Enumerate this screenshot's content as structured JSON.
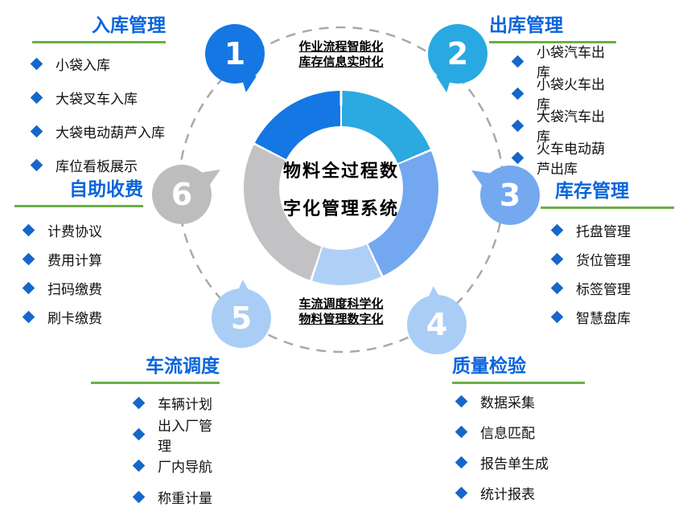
{
  "center": {
    "line1": "物料全过程数",
    "line2": "字化管理系统"
  },
  "annotations": {
    "top": {
      "line1": "作业流程智能化",
      "line2": "库存信息实时化"
    },
    "bottom": {
      "line1": "车流调度科学化",
      "line2": "物料管理数字化"
    }
  },
  "sections": [
    {
      "number": "1",
      "title": "入库管理",
      "bubble_color": "#1577e3",
      "items": [
        "小袋入库",
        "大袋叉车入库",
        "大袋电动葫芦入库",
        "库位看板展示"
      ]
    },
    {
      "number": "2",
      "title": "出库管理",
      "bubble_color": "#29a9e1",
      "items": [
        "小袋汽车出库",
        "小袋火车出库",
        "大袋汽车出库",
        "火车电动葫芦出库"
      ]
    },
    {
      "number": "3",
      "title": "库存管理",
      "bubble_color": "#74a9f0",
      "items": [
        "托盘管理",
        "货位管理",
        "标签管理",
        "智慧盘库"
      ]
    },
    {
      "number": "4",
      "title": "质量检验",
      "bubble_color": "#a9cdf5",
      "items": [
        "数据采集",
        "信息匹配",
        "报告单生成",
        "统计报表"
      ]
    },
    {
      "number": "5",
      "title": "车流调度",
      "bubble_color": "#a9cdf5",
      "items": [
        "车辆计划",
        "出入厂管理",
        "厂内导航",
        "称重计量"
      ]
    },
    {
      "number": "6",
      "title": "自助收费",
      "bubble_color": "#bdbdbd",
      "items": [
        "计费协议",
        "费用计算",
        "扫码缴费",
        "刷卡缴费"
      ]
    }
  ],
  "donut": {
    "segments": [
      {
        "color": "#2ba9e1",
        "start": 0,
        "end": 67
      },
      {
        "color": "#73a7f0",
        "start": 67,
        "end": 155
      },
      {
        "color": "#afd0f6",
        "start": 155,
        "end": 198
      },
      {
        "color": "#c2c2c4",
        "start": 198,
        "end": 297
      },
      {
        "color": "#1577e3",
        "start": 297,
        "end": 360
      }
    ]
  },
  "styles": {
    "title_color": "#0a65dc",
    "underline_color": "#6cae45",
    "bullet_color": "#1567c9",
    "text_color": "#111111",
    "dashed_ring_color": "#a9a9a9"
  }
}
